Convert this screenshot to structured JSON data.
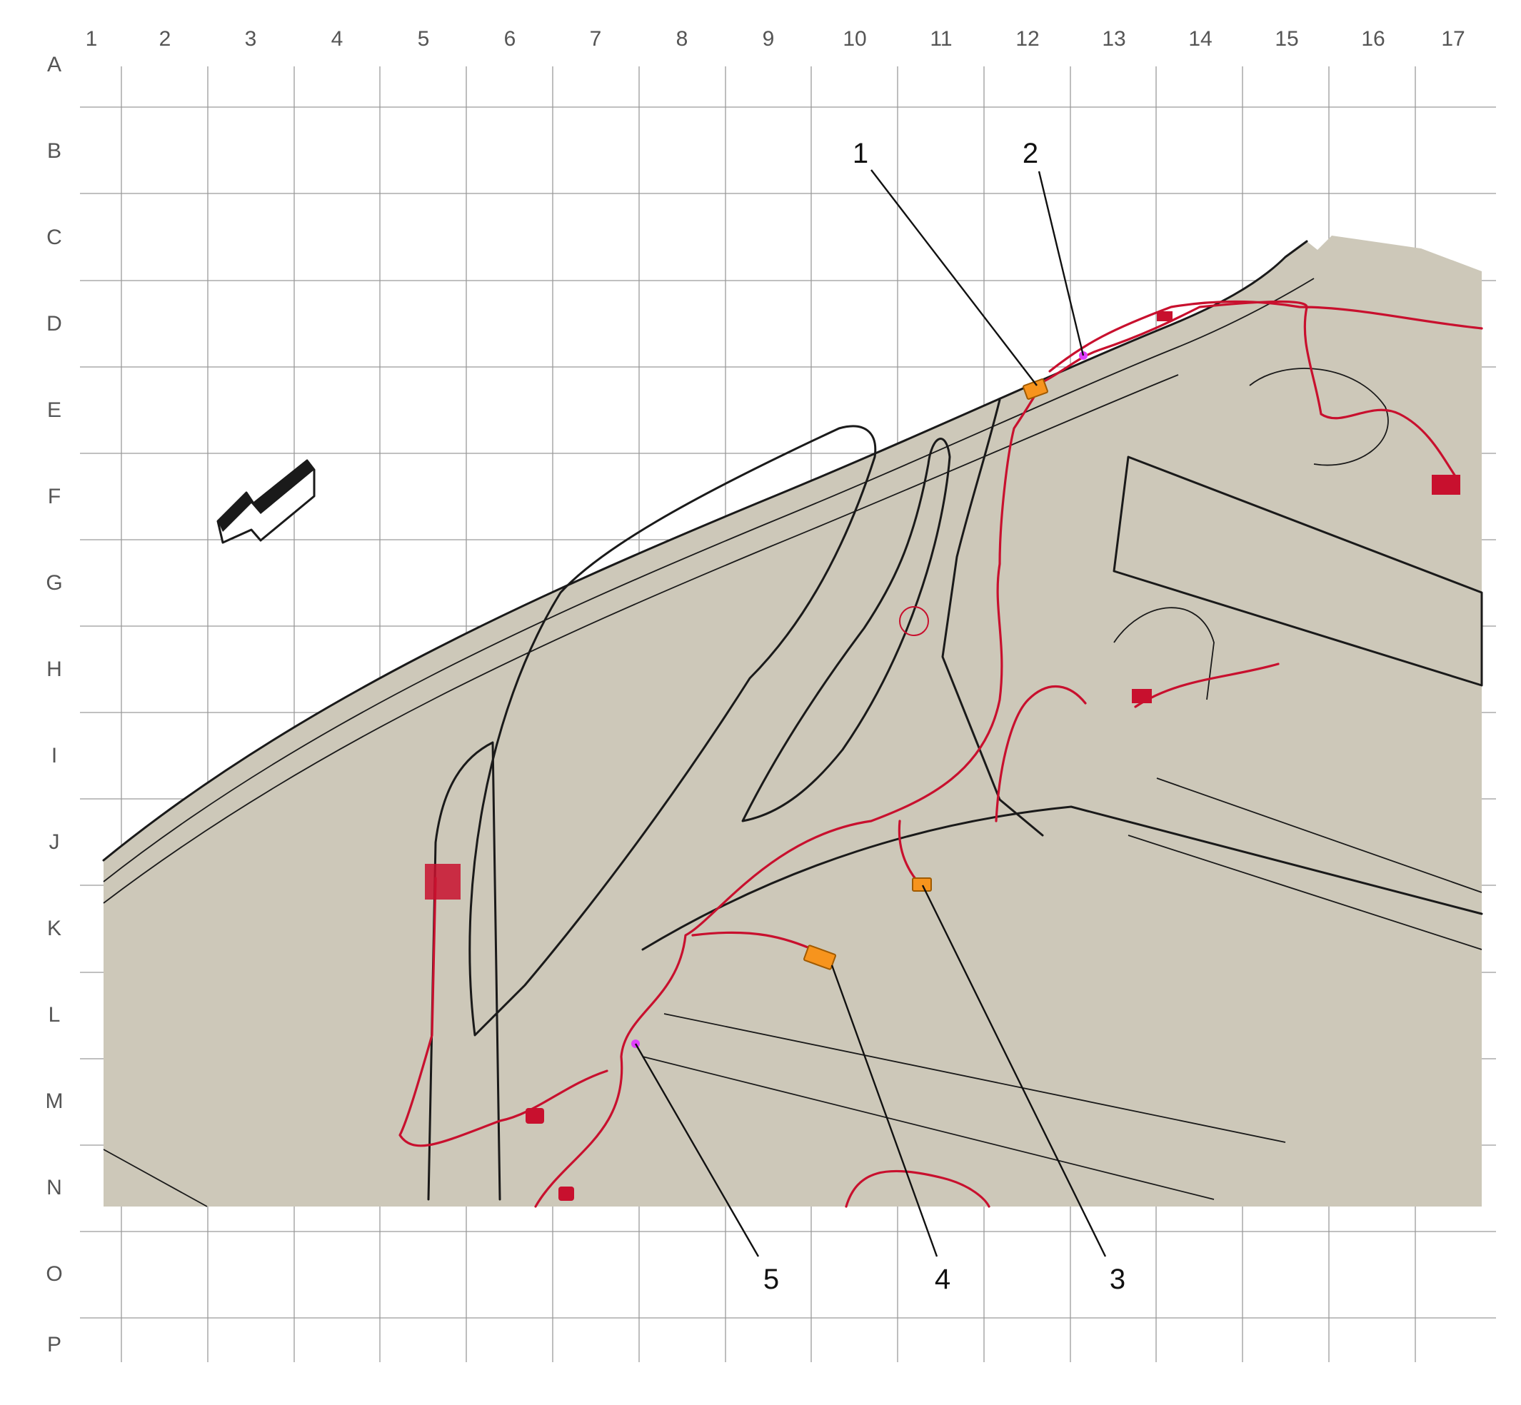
{
  "grid": {
    "columns": [
      "1",
      "2",
      "3",
      "4",
      "5",
      "6",
      "7",
      "8",
      "9",
      "10",
      "11",
      "12",
      "13",
      "14",
      "15",
      "16",
      "17"
    ],
    "rows": [
      "A",
      "B",
      "C",
      "D",
      "E",
      "F",
      "G",
      "H",
      "I",
      "J",
      "K",
      "L",
      "M",
      "N",
      "O",
      "P"
    ]
  },
  "callouts": [
    {
      "number": "1",
      "connector_color": "#f7941d"
    },
    {
      "number": "2",
      "connector_color": "#e040fb"
    },
    {
      "number": "3",
      "connector_color": "#f7941d"
    },
    {
      "number": "4",
      "connector_color": "#f7941d"
    },
    {
      "number": "5",
      "connector_color": "#e040fb"
    }
  ],
  "colors": {
    "body_panel": "#cdc8b9",
    "harness": "#c8102e",
    "highlight_connector": "#f7941d",
    "splice_point": "#e040fb",
    "grid": "#9a9a9a"
  },
  "icons": {
    "direction_arrow": "arrow-forward-icon"
  }
}
